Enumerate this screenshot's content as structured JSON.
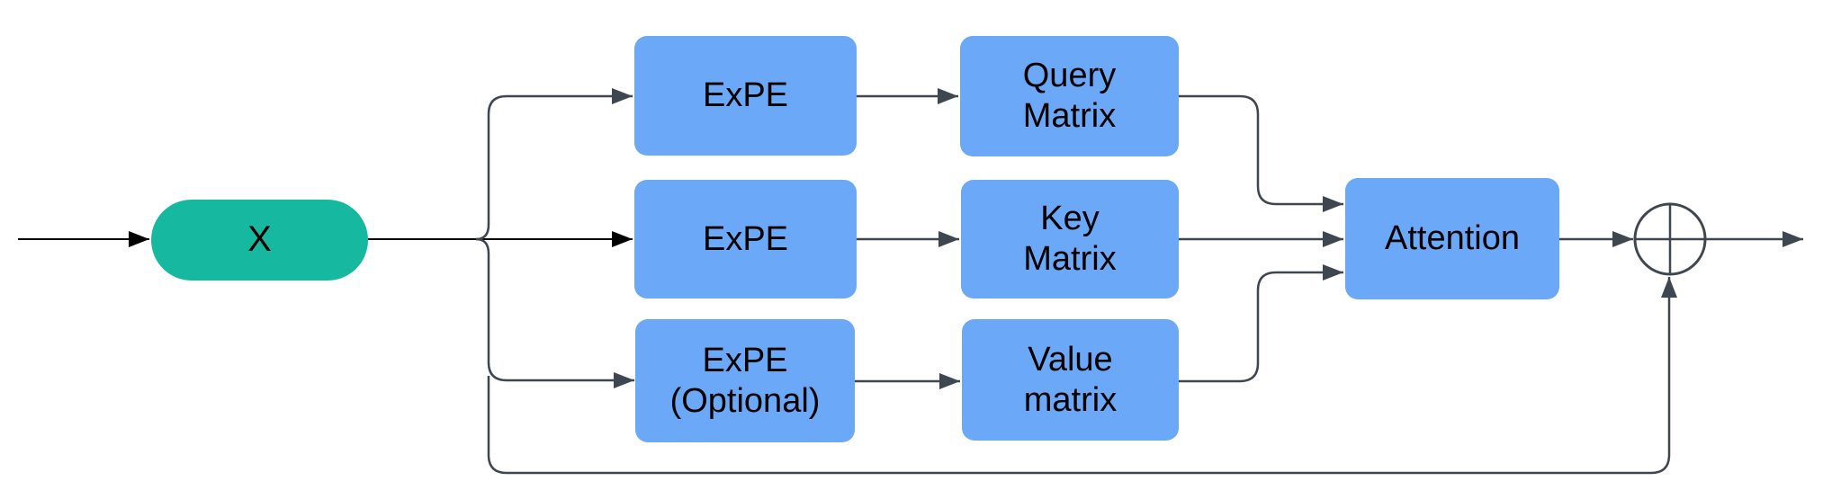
{
  "diagram": {
    "colors": {
      "background": "#ffffff",
      "node_fill_blue": "#6BA8F7",
      "node_fill_teal": "#16B8A0",
      "line_dark": "#3E4650",
      "line_black": "#000000",
      "text": "#000000",
      "sum_fill": "#ffffff"
    },
    "nodes": {
      "input": {
        "label": "X"
      },
      "expe_query": {
        "label": "ExPE"
      },
      "expe_key": {
        "label": "ExPE"
      },
      "expe_value": {
        "label": "ExPE\n(Optional)"
      },
      "query_matrix": {
        "label": "Query\nMatrix"
      },
      "key_matrix": {
        "label": "Key\nMatrix"
      },
      "value_matrix": {
        "label": "Value\nmatrix"
      },
      "attention": {
        "label": "Attention"
      },
      "sum": {
        "symbol": "circled-plus"
      }
    },
    "connections": [
      {
        "from": "source",
        "to": "x"
      },
      {
        "from": "x",
        "to": "expe-query"
      },
      {
        "from": "x",
        "to": "expe-key"
      },
      {
        "from": "x",
        "to": "expe-value"
      },
      {
        "from": "expe-query",
        "to": "query-matrix"
      },
      {
        "from": "expe-key",
        "to": "key-matrix"
      },
      {
        "from": "expe-value",
        "to": "value-matrix"
      },
      {
        "from": "query-matrix",
        "to": "attention"
      },
      {
        "from": "key-matrix",
        "to": "attention"
      },
      {
        "from": "value-matrix",
        "to": "attention"
      },
      {
        "from": "attention",
        "to": "sum"
      },
      {
        "from": "x",
        "to": "sum",
        "type": "residual-skip"
      },
      {
        "from": "sum",
        "to": "output"
      }
    ]
  }
}
